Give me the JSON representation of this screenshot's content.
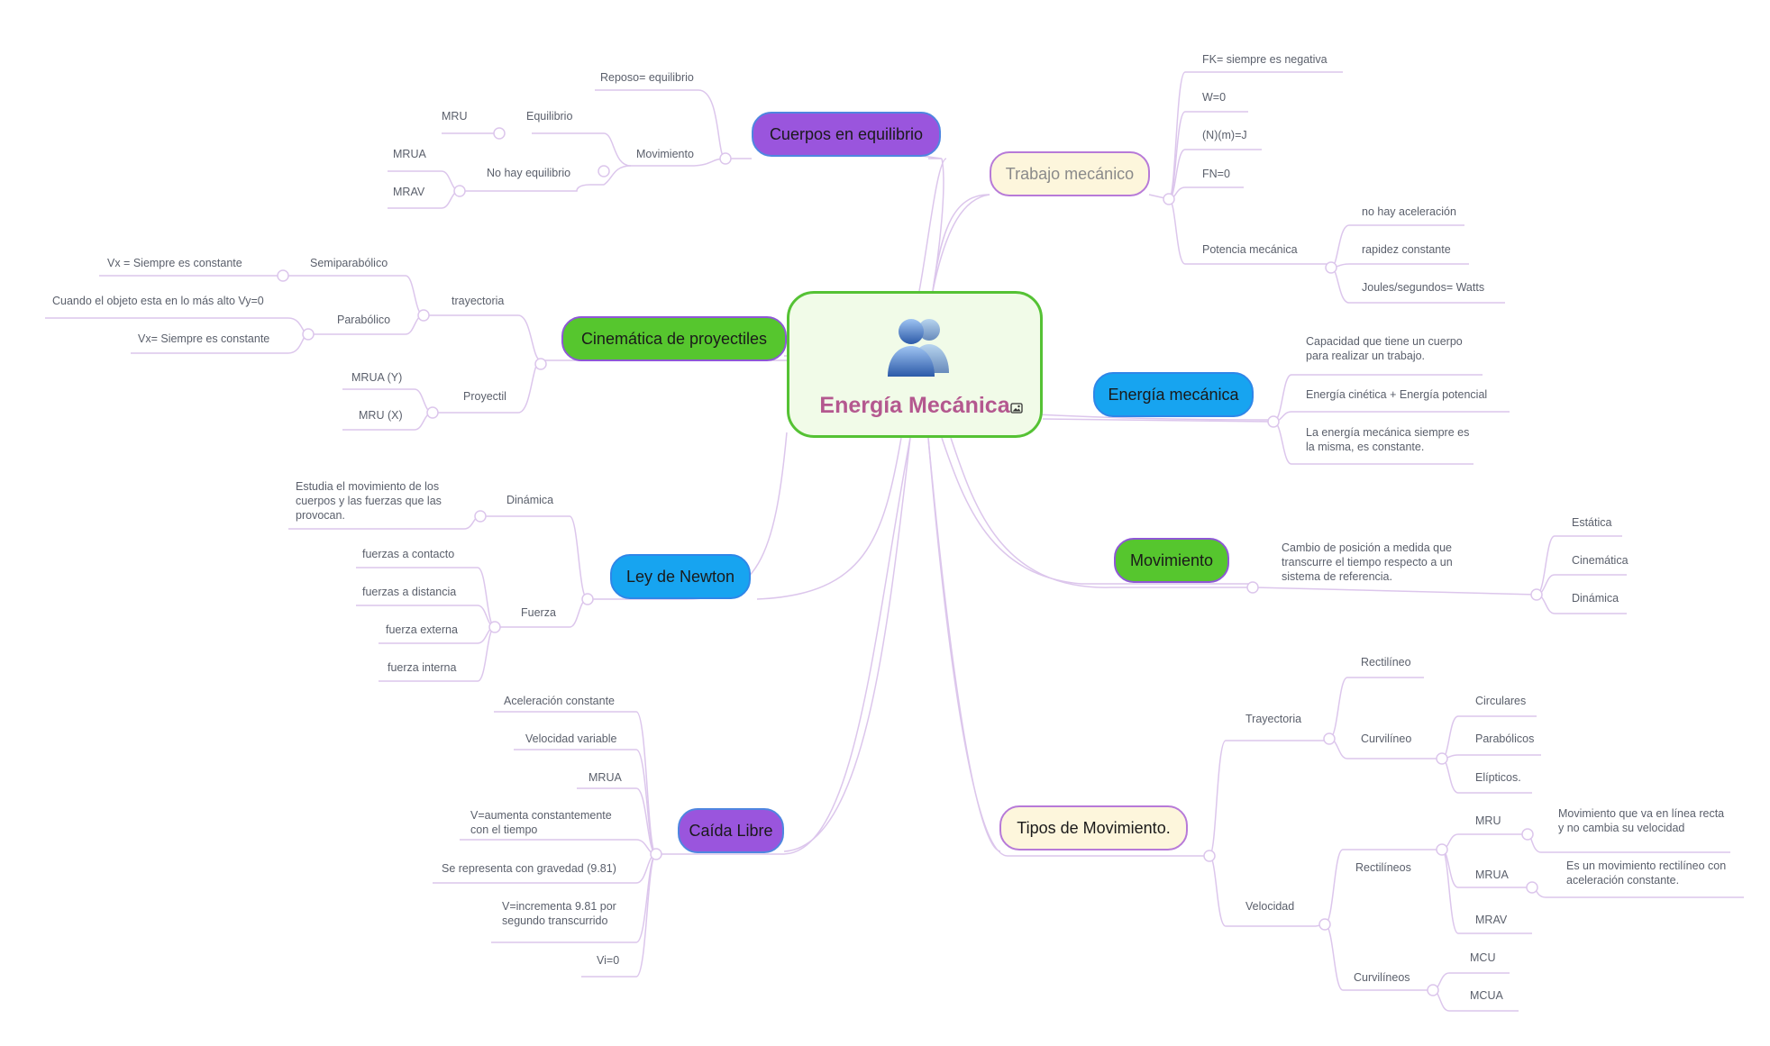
{
  "central": {
    "title": "Energía Mecánica",
    "icon": "users-icon",
    "image_badge_icon": "image-icon"
  },
  "colors": {
    "line": "#dcc6ec",
    "purple": "#9a55dd",
    "green": "#56c62e",
    "blue": "#17a4f0",
    "cream": "#fdf6dc",
    "central_border": "#55c234",
    "central_title": "#b4588f"
  },
  "topics": {
    "cuerpos": "Cuerpos en equilibrio",
    "cinematica": "Cinemática de proyectiles",
    "newton": "Ley de Newton",
    "caida": "Caída Libre",
    "trabajo": "Trabajo mecánico",
    "energia": "Energía mecánica",
    "movimiento": "Movimiento",
    "tipos": "Tipos de Movimiento."
  },
  "cuerpos": {
    "reposo": "Reposo= equilibrio",
    "movimiento": "Movimiento",
    "equilibrio": "Equilibrio",
    "mru": "MRU",
    "no_hay": "No hay equilibrio",
    "mrua": "MRUA",
    "mrav": "MRAV"
  },
  "cinematica": {
    "trayectoria": "trayectoria",
    "semiparabolico": "Semiparabólico",
    "vx_siempre": "Vx = Siempre es constante",
    "parabolico": "Parabólico",
    "alto": "Cuando el objeto esta en lo más alto Vy=0",
    "vx2": "Vx= Siempre es constante",
    "proyectil": "Proyectil",
    "mrua_y": "MRUA (Y)",
    "mru_x": "MRU (X)"
  },
  "newton": {
    "dinamica": "Dinámica",
    "estudia": "Estudia el movimiento de los cuerpos y las fuerzas que las provocan.",
    "fuerza": "Fuerza",
    "contacto": "fuerzas a contacto",
    "distancia": "fuerzas a distancia",
    "externa": "fuerza externa",
    "interna": "fuerza interna"
  },
  "caida": {
    "items": [
      "Aceleración constante",
      "Velocidad variable",
      "MRUA",
      "V=aumenta constantemente con el tiempo",
      "Se representa con gravedad (9.81)",
      "V=incrementa 9.81 por segundo transcurrido",
      "Vi=0"
    ]
  },
  "trabajo": {
    "fk": "FK= siempre es negativa",
    "w": "W=0",
    "nmj": "(N)(m)=J",
    "fn": "FN=0",
    "potencia": "Potencia mecánica",
    "no_acel": "no hay aceleración",
    "rapidez": "rapidez constante",
    "joules": "Joules/segundos= Watts"
  },
  "energia": {
    "capacidad": "Capacidad que tiene un cuerpo para realizar un trabajo.",
    "suma": "Energía cinética + Energía potencial",
    "constante": "La energía mecánica siempre es la misma, es constante."
  },
  "movimiento": {
    "cambio": "Cambio de posición a medida que transcurre el tiempo respecto a un sistema de referencia.",
    "estatica": "Estática",
    "cinematica": "Cinemática",
    "dinamica": "Dinámica"
  },
  "tipos": {
    "trayectoria": "Trayectoria",
    "rectilineo": "Rectilíneo",
    "curvilineo": "Curvilíneo",
    "circulares": "Circulares",
    "parabolicos": "Parabólicos",
    "elipticos": "Elípticos.",
    "velocidad": "Velocidad",
    "rectilineos": "Rectilíneos",
    "mru": "MRU",
    "mru_desc": "Movimiento que va en línea recta y no cambia su velocidad",
    "mrua": "MRUA",
    "mrua_desc": "Es un movimiento rectilíneo con aceleración constante.",
    "mrav": "MRAV",
    "curvilineos": "Curvilíneos",
    "mcu": "MCU",
    "mcua": "MCUA"
  }
}
